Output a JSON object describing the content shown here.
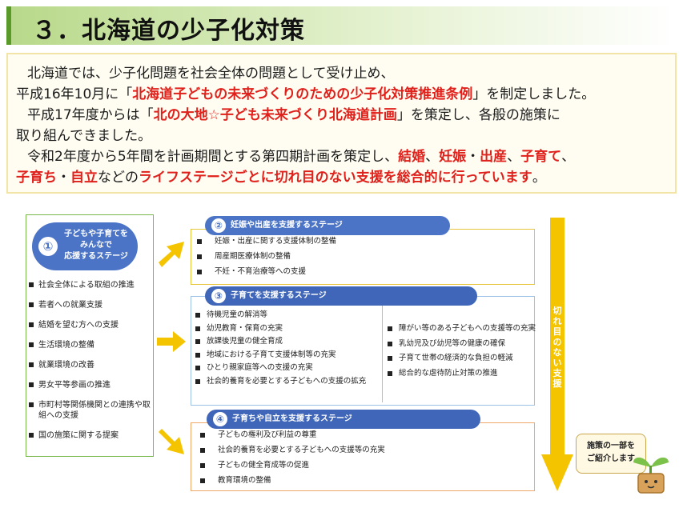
{
  "title": "３．北海道の少子化対策",
  "intro": {
    "line1": "北海道では、少子化問題を社会全体の問題として受け止め、",
    "line2_pre": "平成16年10月に「",
    "line2_red": "北海道子どもの未来づくりのための少子化対策推進条例",
    "line2_post": "」を制定しました。",
    "line3_pre": "平成17年度からは「",
    "line3_red": "北の大地☆子ども未来づくり北海道計画",
    "line3_post": "」を策定し、各般の施策に",
    "line4": "取り組んできました。",
    "line5_pre": "令和2年度から5年間を計画期間とする第四期計画を策定し、",
    "line5_red1": "結婚",
    "line5_sep1": "、",
    "line5_red2": "妊娠",
    "line5_sep2": "・",
    "line5_red3": "出産",
    "line5_sep3": "、",
    "line5_red4": "子育て",
    "line5_sep4": "、",
    "line6_red1": "子育ち",
    "line6_sep1": "・",
    "line6_red2": "自立",
    "line6_mid": "などの",
    "line6_red3": "ライフステージごとに切れ目のない支援を総合的に行っています",
    "line6_post": "。"
  },
  "stage1": {
    "number": "①",
    "label": "子どもや子育てを\nみんなで\n応援するステージ",
    "items": [
      "社会全体による取組の推進",
      "若者への就業支援",
      "結婚を望む方への支援",
      "生活環境の整備",
      "就業環境の改善",
      "男女平等参画の推進",
      "市町村等関係機関との連携や取組への支援",
      "国の施策に関する提案"
    ]
  },
  "stage2": {
    "number": "②",
    "label": "妊娠や出産を支援するステージ",
    "items": [
      "妊娠・出産に関する支援体制の整備",
      "周産期医療体制の整備",
      "不妊・不育治療等への支援"
    ]
  },
  "stage3": {
    "number": "③",
    "label": "子育てを支援するステージ",
    "items_left": [
      "待機児童の解消等",
      "幼児教育・保育の充実",
      "放課後児童の健全育成",
      "地域における子育て支援体制等の充実",
      "ひとり親家庭等への支援の充実",
      "社会的養育を必要とする子どもへの支援の拡充"
    ],
    "items_right": [
      "障がい等のある子どもへの支援等の充実",
      "乳幼児及び幼児等の健康の確保",
      "子育て世帯の経済的な負担の軽減",
      "総合的な虐待防止対策の推進"
    ]
  },
  "stage4": {
    "number": "④",
    "label": "子育ちや自立を支援するステージ",
    "items": [
      "子どもの権利及び利益の尊重",
      "社会的養育を必要とする子どもへの支援等の充実",
      "子どもの健全育成等の促進",
      "教育環境の整備"
    ]
  },
  "seamless_label": "切\nれ\n目\nの\nな\nい\n支\n援",
  "note": "施策の一部を\nご紹介します",
  "colors": {
    "accent_red": "#e0201b",
    "badge_blue": "#4b74c7",
    "arrow_yellow": "#f5c400",
    "title_green": "#b8d98a"
  }
}
